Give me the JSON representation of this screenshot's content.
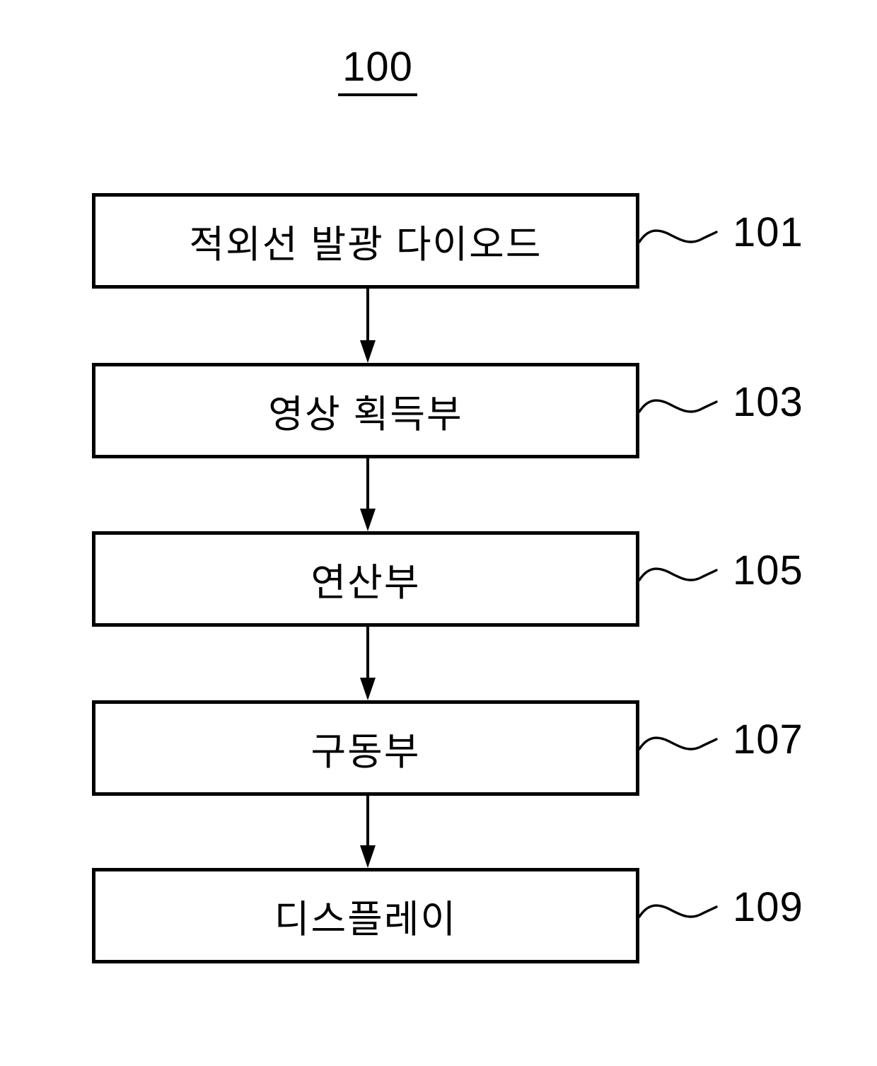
{
  "figure": {
    "title": "100",
    "boxes": [
      {
        "label": "적외선 발광 다이오드",
        "ref": "101"
      },
      {
        "label": "영상 획득부",
        "ref": "103"
      },
      {
        "label": "연산부",
        "ref": "105"
      },
      {
        "label": "구동부",
        "ref": "107"
      },
      {
        "label": "디스플레이",
        "ref": "109"
      }
    ],
    "colors": {
      "line": "#000000",
      "background": "#ffffff"
    }
  }
}
